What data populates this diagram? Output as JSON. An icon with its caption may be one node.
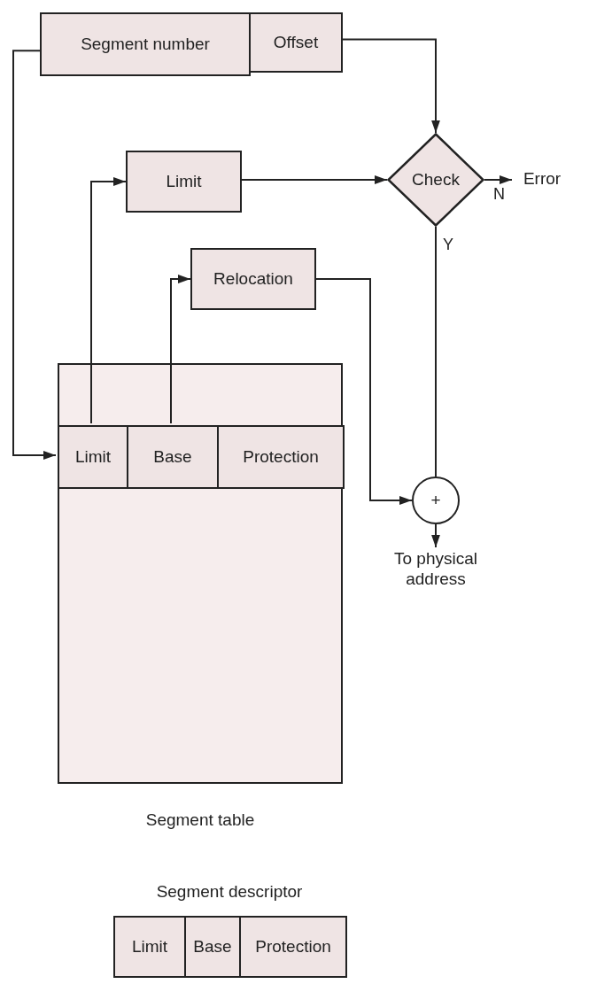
{
  "diagram": {
    "nodes": [
      {
        "text": [
          "Segment number"
        ]
      },
      {
        "text": [
          "Offset"
        ]
      },
      {
        "text": [
          "Limit"
        ]
      },
      {
        "text": [
          "Check"
        ]
      },
      {
        "text": [
          "Error"
        ]
      },
      {
        "text": [
          "Relocation"
        ]
      },
      {
        "text": [],
        "shape": "box",
        "beside": [
          "Segment table"
        ]
      },
      {
        "text": [
          "Limit"
        ],
        "in": 6
      },
      {
        "text": [
          "Base"
        ],
        "in": 6
      },
      {
        "text": [
          "Protection"
        ],
        "in": 6
      },
      {
        "text": [
          "+"
        ]
      },
      {
        "text": [
          "To physical address"
        ]
      },
      {
        "text": [
          "Segment descriptor"
        ]
      },
      {
        "text": [
          "Limit"
        ],
        "in": 12
      },
      {
        "text": [
          "Base"
        ],
        "in": 12
      },
      {
        "text": [
          "Protection"
        ],
        "in": 12
      }
    ],
    "edges": [
      {
        "from": 0,
        "to": 7,
        "arrow": "to"
      },
      {
        "from": 1,
        "to": 3,
        "arrow": "to"
      },
      {
        "from": 7,
        "to": 2,
        "arrow": "to"
      },
      {
        "from": 8,
        "to": 5,
        "arrow": "to"
      },
      {
        "from": 2,
        "to": 3,
        "arrow": "to"
      },
      {
        "from": 3,
        "to": 4,
        "arrow": "to",
        "label": "N"
      },
      {
        "from": 3,
        "to": 10,
        "arrow": "none",
        "label": "Y"
      },
      {
        "from": 5,
        "to": 10,
        "arrow": "to"
      },
      {
        "from": 10,
        "to": 11,
        "arrow": "to"
      }
    ]
  }
}
